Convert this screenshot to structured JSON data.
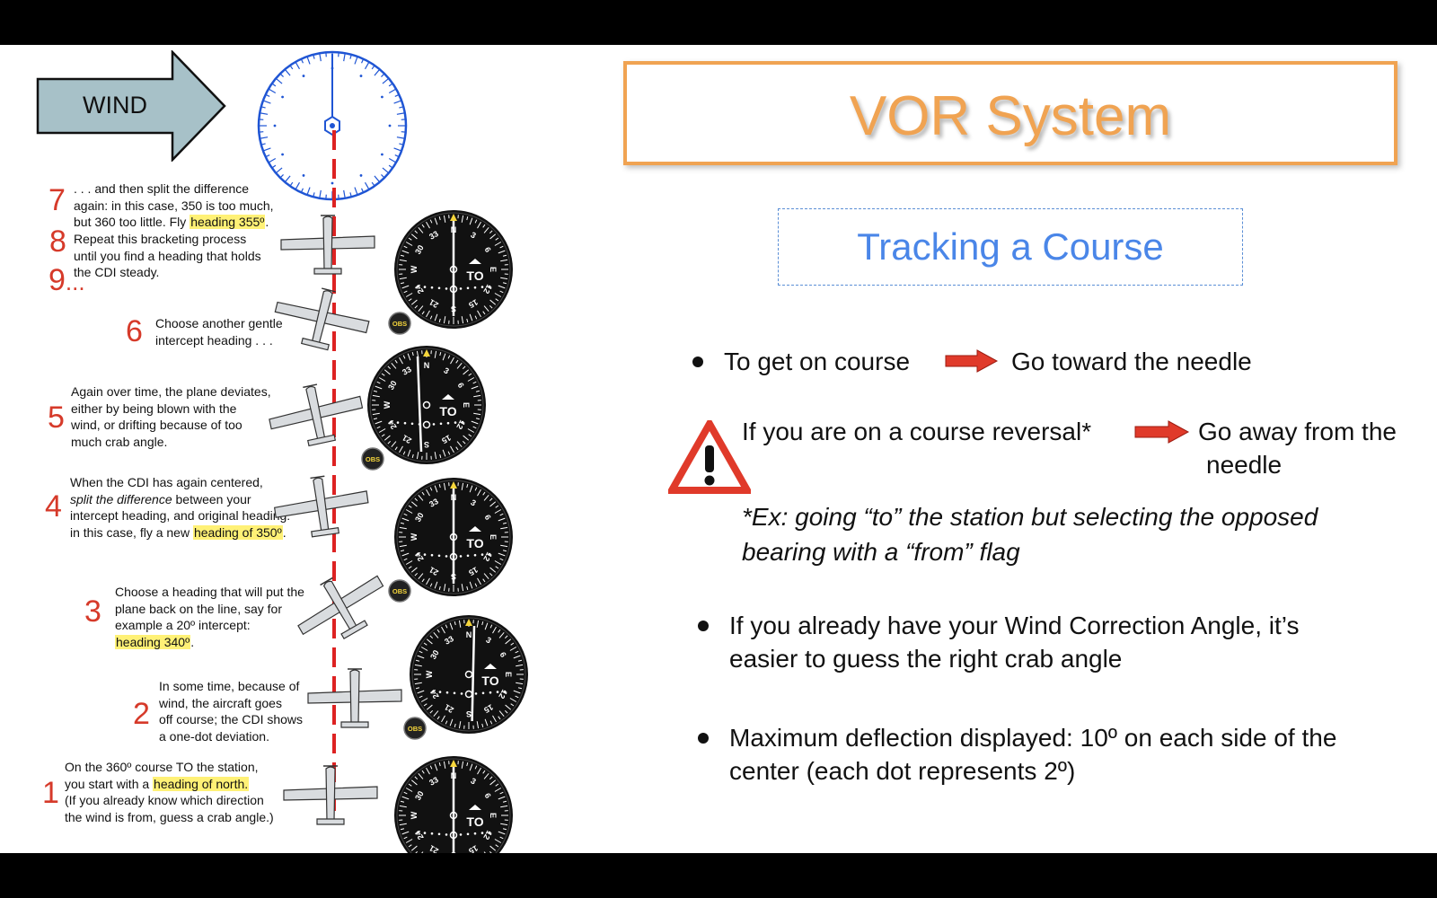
{
  "wind": {
    "label": "WIND"
  },
  "steps": [
    {
      "num": "7",
      "lines": [
        ". . . and then split the difference",
        "again: in this case, 350 is too much,",
        "but 360 too little. Fly "
      ],
      "highlight": "heading 355º",
      "tail": "."
    },
    {
      "num": "8",
      "lines": [
        "Repeat this bracketing process",
        "until you find a heading that holds",
        "the CDI steady."
      ]
    },
    {
      "num": "9",
      "suffix": "..."
    },
    {
      "num": "6",
      "lines": [
        "Choose another gentle",
        "intercept heading . . ."
      ]
    },
    {
      "num": "5",
      "lines": [
        "Again over time, the plane deviates,",
        "either by being blown with the",
        "wind, or drifting because of too",
        "much crab angle."
      ]
    },
    {
      "num": "4",
      "lines": [
        "When the CDI has again centered,",
        "split the difference",
        " between your",
        "intercept heading, and original heading:",
        "in this case, fly a new "
      ],
      "highlight": "heading of 350º",
      "tail": "."
    },
    {
      "num": "3",
      "lines": [
        "Choose a heading that will put the",
        "plane back on the line, say for",
        "example a 20º intercept:"
      ],
      "highlight": "heading 340º",
      "tail": "."
    },
    {
      "num": "2",
      "lines": [
        "In some time, because of",
        "wind, the aircraft goes",
        "off course; the CDI shows",
        "a one-dot deviation."
      ]
    },
    {
      "num": "1",
      "lines": [
        "On the 360º course TO the station,",
        "you start with a ",
        "(If you already know which direction",
        "the wind is from, guess a crab angle.)"
      ],
      "highlight": "heading of north.",
      "tail": ""
    }
  ],
  "instrument": {
    "to_flag": "TO",
    "obs_label": "OBS",
    "north": "N",
    "east": "E",
    "south": "S",
    "west": "W",
    "n33": "33",
    "n30": "30",
    "n3": "3",
    "n6": "6",
    "n12": "12",
    "n15": "15",
    "n21": "21",
    "n24": "24"
  },
  "title": "VOR System",
  "subtitle": "Tracking a Course",
  "bullets": {
    "b1_left": "To get on course",
    "b1_right": "Go toward the needle",
    "b2_left": "If you are on a course reversal*",
    "b2_right_1": "Go away from the",
    "b2_right_2": "needle",
    "note_1": "*Ex: going “to” the station but selecting the opposed",
    "note_2": "bearing with a “from” flag",
    "b3_1": "If you already have your Wind Correction Angle, it’s",
    "b3_2": "easier to guess the right crab angle",
    "b4_1": "Maximum deflection displayed: 10º on each side of the",
    "b4_2": "center (each dot represents 2º)"
  },
  "colors": {
    "accent_orange": "#f0a352",
    "subtitle_blue": "#4a86e8",
    "step_red": "#d63a2a",
    "arrow_red": "#e03a2a",
    "highlight": "#fff176"
  }
}
